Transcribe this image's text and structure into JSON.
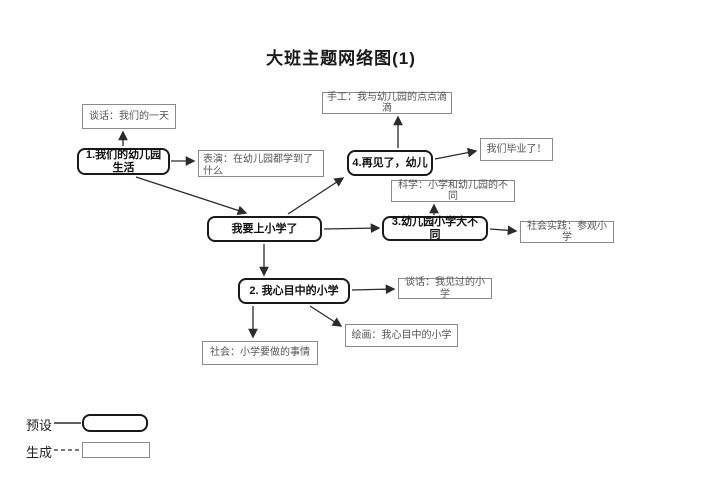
{
  "title": "大班主题网络图(1)",
  "diagram": {
    "nodes": {
      "center": {
        "label": "我要上小学了",
        "type": "preset"
      },
      "theme1": {
        "label": "1.我们的幼儿园生活",
        "type": "preset"
      },
      "theme2": {
        "label": "2. 我心目中的小学",
        "type": "preset"
      },
      "theme3": {
        "label": "3.幼儿园小学大不同",
        "type": "preset"
      },
      "theme4": {
        "label": "4.再见了，幼儿",
        "type": "preset"
      },
      "talk_day": {
        "label": "谈话：我们的一天",
        "type": "generated"
      },
      "perform_learned": {
        "label": "表演：在幼儿园都学到了什么",
        "type": "generated"
      },
      "craft_moments": {
        "label": "手工：我与幼儿园的点点滴滴",
        "type": "generated"
      },
      "graduated": {
        "label": "我们毕业了！",
        "type": "generated"
      },
      "science_diff": {
        "label": "科学：小学和幼儿园的不同",
        "type": "generated"
      },
      "social_practice": {
        "label": "社会实践：参观小学",
        "type": "generated"
      },
      "talk_seen": {
        "label": "谈话：我见过的小学",
        "type": "generated"
      },
      "draw_school": {
        "label": "绘画：我心目中的小学",
        "type": "generated"
      },
      "social_things": {
        "label": "社会：小学要做的事情",
        "type": "generated"
      }
    },
    "edges": [
      {
        "from": "theme1",
        "to": "talk_day"
      },
      {
        "from": "theme1",
        "to": "perform_learned"
      },
      {
        "from": "theme1",
        "to": "center"
      },
      {
        "from": "center",
        "to": "theme4"
      },
      {
        "from": "center",
        "to": "theme3"
      },
      {
        "from": "center",
        "to": "theme2"
      },
      {
        "from": "theme4",
        "to": "craft_moments"
      },
      {
        "from": "theme4",
        "to": "graduated"
      },
      {
        "from": "theme3",
        "to": "science_diff"
      },
      {
        "from": "theme3",
        "to": "social_practice"
      },
      {
        "from": "theme2",
        "to": "talk_seen"
      },
      {
        "from": "theme2",
        "to": "draw_school"
      },
      {
        "from": "theme2",
        "to": "social_things"
      }
    ]
  },
  "legend": {
    "preset_label": "预设",
    "generated_label": "生成"
  },
  "colors": {
    "preset_border": "#1a1a1a",
    "generated_border": "#8a8a8a",
    "line": "#2b2b2b",
    "text_preset": "#111111",
    "text_generated": "#555555",
    "background": "#ffffff"
  }
}
